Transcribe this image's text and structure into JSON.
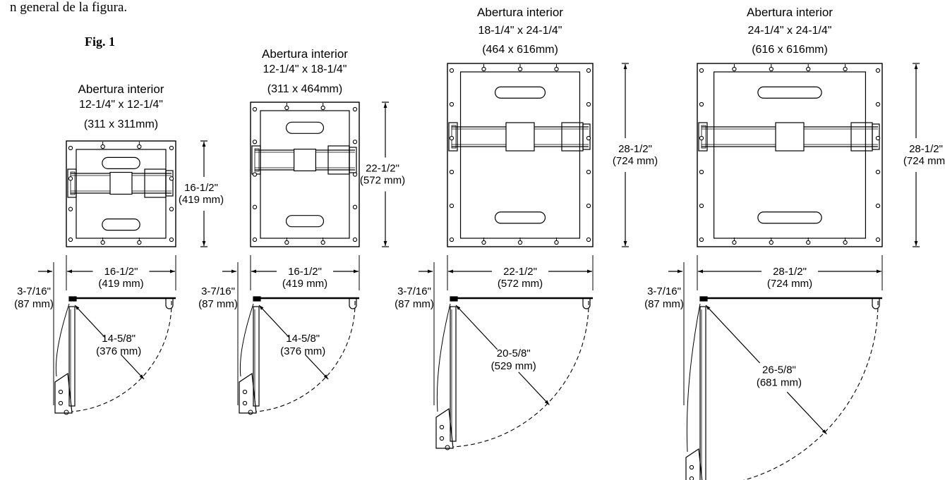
{
  "intro_text": "n general de la figura.",
  "figure_label": "Fig. 1",
  "panels": [
    {
      "title": "Abertura interior",
      "size_in": "12-1/4\" x 12-1/4\"",
      "size_mm": "(311 x 311mm)",
      "height_in": "16-1/2\"",
      "height_mm": "(419 mm)",
      "width_in": "16-1/2\"",
      "width_mm": "(419 mm)",
      "depth_in": "3-7/16\"",
      "depth_mm": "(87 mm)",
      "swing_in": "14-5/8\"",
      "swing_mm": "(376 mm)"
    },
    {
      "title": "Abertura interior",
      "size_in": "12-1/4\" x 18-1/4\"",
      "size_mm": "(311 x 464mm)",
      "height_in": "22-1/2\"",
      "height_mm": "(572 mm)",
      "width_in": "16-1/2\"",
      "width_mm": "(419 mm)",
      "depth_in": "3-7/16\"",
      "depth_mm": "(87 mm)",
      "swing_in": "14-5/8\"",
      "swing_mm": "(376 mm)"
    },
    {
      "title": "Abertura interior",
      "size_in": "18-1/4\" x 24-1/4\"",
      "size_mm": "(464 x 616mm)",
      "height_in": "28-1/2\"",
      "height_mm": "(724 mm)",
      "width_in": "22-1/2\"",
      "width_mm": "(572 mm)",
      "depth_in": "3-7/16\"",
      "depth_mm": "(87 mm)",
      "swing_in": "20-5/8\"",
      "swing_mm": "(529 mm)"
    },
    {
      "title": "Abertura interior",
      "size_in": "24-1/4\" x 24-1/4\"",
      "size_mm": "(616 x 616mm)",
      "height_in": "28-1/2\"",
      "height_mm": "(724 mm)",
      "width_in": "28-1/2\"",
      "width_mm": "(724 mm)",
      "depth_in": "3-7/16\"",
      "depth_mm": "(87 mm)",
      "swing_in": "26-5/8\"",
      "swing_mm": "(681 mm)"
    }
  ]
}
